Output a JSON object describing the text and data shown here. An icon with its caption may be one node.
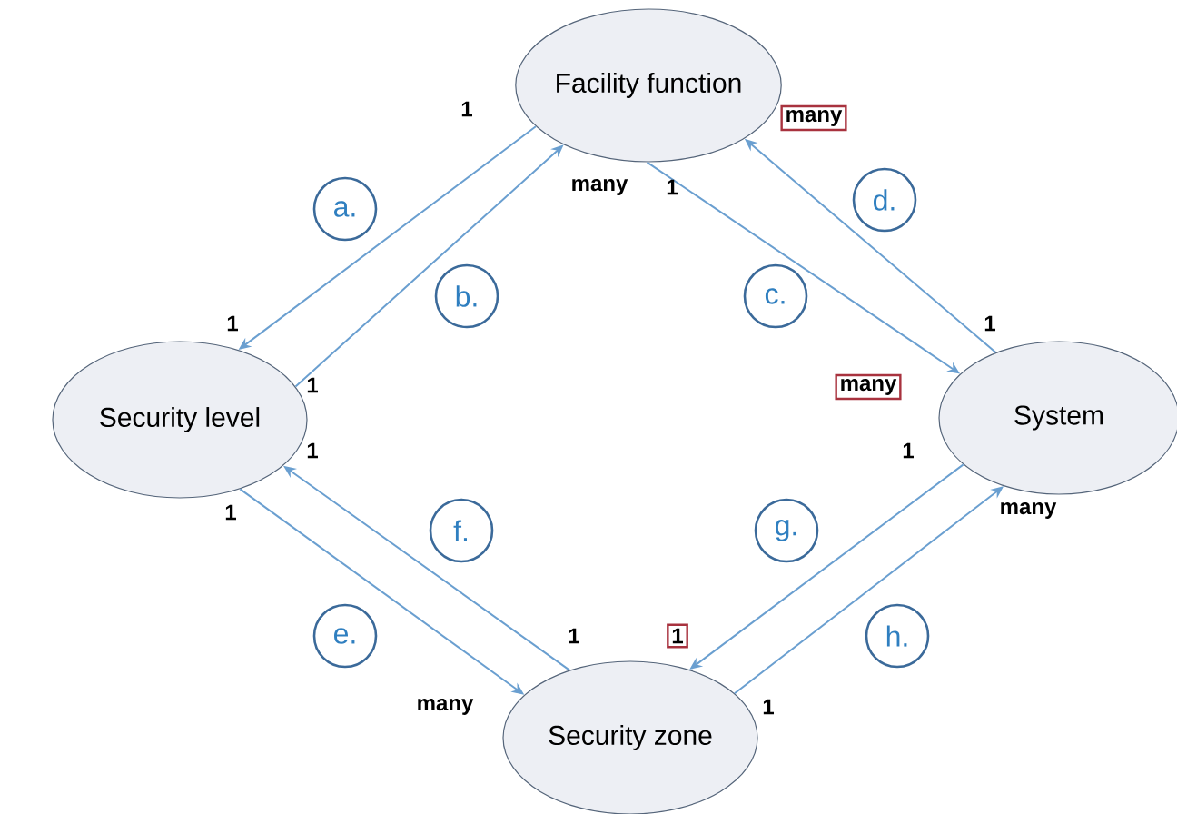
{
  "diagram": {
    "nodes": [
      {
        "text": [
          "Facility function"
        ]
      },
      {
        "text": [
          "Security level"
        ]
      },
      {
        "text": [
          "System"
        ]
      },
      {
        "text": [
          "Security zone"
        ]
      }
    ],
    "edges": [
      {
        "from": 0,
        "to": 1,
        "arrow": "to",
        "label": "a."
      },
      {
        "from": 1,
        "to": 0,
        "arrow": "to",
        "label": "b."
      },
      {
        "from": 0,
        "to": 2,
        "arrow": "to",
        "label": "c."
      },
      {
        "from": 2,
        "to": 0,
        "arrow": "to",
        "label": "d."
      },
      {
        "from": 1,
        "to": 3,
        "arrow": "to",
        "label": "e."
      },
      {
        "from": 3,
        "to": 1,
        "arrow": "to",
        "label": "f."
      },
      {
        "from": 2,
        "to": 3,
        "arrow": "to",
        "label": "g."
      },
      {
        "from": 3,
        "to": 2,
        "arrow": "to",
        "label": "h."
      }
    ],
    "labels": [
      "1",
      "many",
      "many",
      "1",
      "1",
      "1",
      "1",
      "many",
      "1",
      "1",
      "1",
      "many",
      "1",
      "1",
      "many",
      "1"
    ]
  }
}
